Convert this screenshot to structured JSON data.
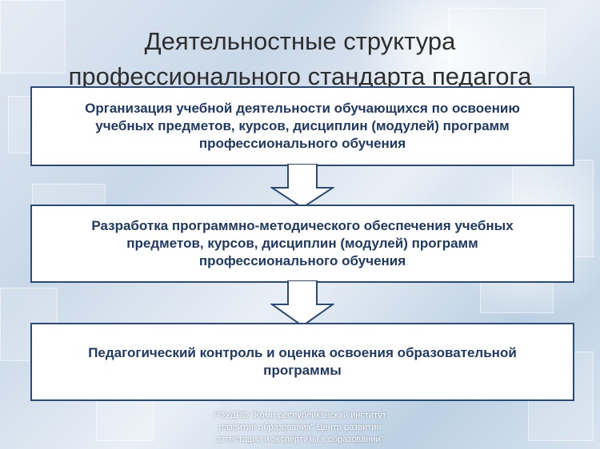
{
  "title": {
    "line1": "Деятельностные структура",
    "line2": "профессионального стандарта педагога"
  },
  "steps": [
    {
      "text": "Организация учебной деятельности обучающихся по освоению учебных предметов, курсов, дисциплин (модулей) программ профессионального обучения"
    },
    {
      "text": "Разработка программно-методического обеспечения учебных предметов, курсов, дисциплин (модулей) программ профессионального обучения"
    },
    {
      "text": "Педагогический контроль и оценка освоения образовательной программы"
    }
  ],
  "footer": {
    "line1": "ГОУДПО \"Коми республиканский институт",
    "line2": "развития образования\" Центр развития",
    "line3": "аттестации и экспертизы в образовании\""
  },
  "colors": {
    "box_border": "#2a4a78",
    "box_text": "#1f3a64",
    "arrow_stroke": "#2a4a78"
  }
}
